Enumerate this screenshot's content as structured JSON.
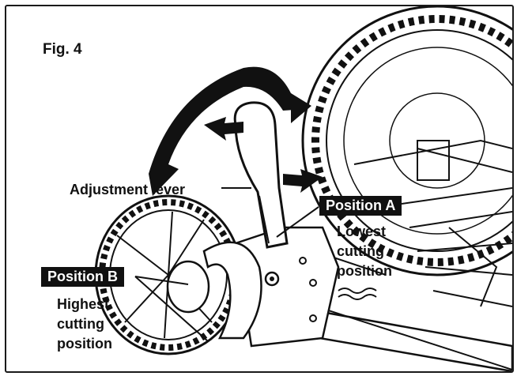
{
  "figure": {
    "label": "Fig. 4"
  },
  "callouts": {
    "adjustment_lever": "Adjustment lever",
    "position_a": {
      "tag": "Position A",
      "lines": [
        "Lowest",
        "cutting",
        "position"
      ]
    },
    "position_b": {
      "tag": "Position B",
      "lines": [
        "Highest",
        "cutting",
        "position"
      ]
    }
  },
  "colors": {
    "ink": "#111111",
    "background": "#ffffff"
  }
}
